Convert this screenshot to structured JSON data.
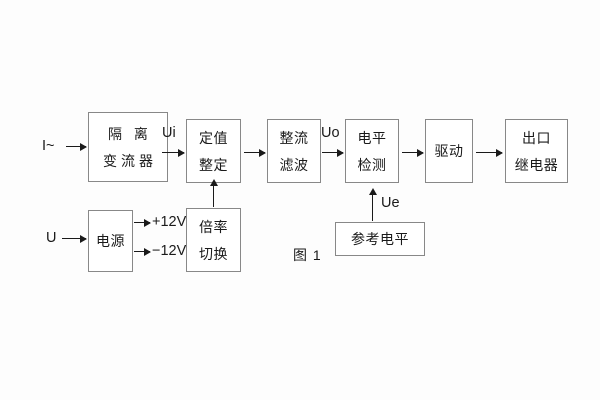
{
  "figure": {
    "caption": "图 1",
    "inputs": {
      "current": "I~",
      "voltage": "U"
    },
    "rails": {
      "positive": "+12V",
      "negative": "−12V"
    },
    "signals": {
      "ui": "Ui",
      "uo": "Uo",
      "ue": "Ue"
    },
    "blocks": [
      {
        "id": "isolation-transformer",
        "lines": [
          "隔 离",
          "变流器"
        ]
      },
      {
        "id": "setting-adjust",
        "lines": [
          "定值",
          "整定"
        ]
      },
      {
        "id": "rectify-filter",
        "lines": [
          "整流",
          "滤波"
        ]
      },
      {
        "id": "level-detect",
        "lines": [
          "电平",
          "检测"
        ]
      },
      {
        "id": "drive",
        "lines": [
          "驱动"
        ]
      },
      {
        "id": "output-relay",
        "lines": [
          "出口",
          "继电器"
        ]
      },
      {
        "id": "power-supply",
        "lines": [
          "电源"
        ]
      },
      {
        "id": "multiplier-switch",
        "lines": [
          "倍率",
          "切换"
        ]
      },
      {
        "id": "reference-level",
        "lines": [
          "参考电平"
        ]
      }
    ],
    "colors": {
      "background": "#fdfdfd",
      "box_border": "#888888",
      "box_fill": "#ffffff",
      "ink": "#1a1a1a"
    }
  }
}
